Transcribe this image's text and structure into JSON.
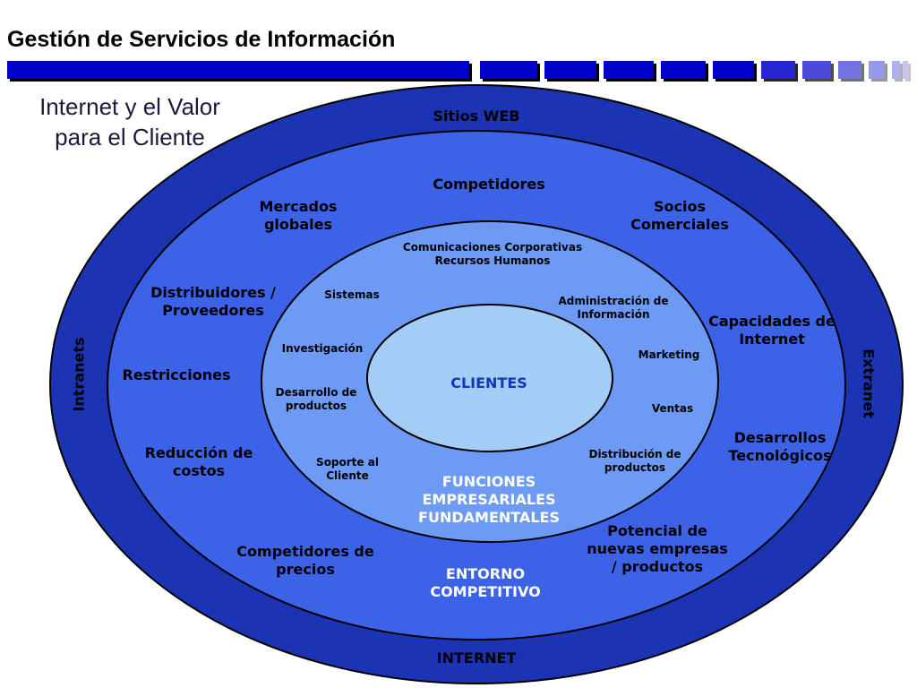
{
  "title": "Gestión de Servicios de Información",
  "subtitle": [
    "Internet y el Valor",
    "para el Cliente"
  ],
  "header_bar_color": "#0000cc",
  "colors": {
    "outer_ring": "#1a34b4",
    "middle_ring": "#3c62e8",
    "inner_ring": "#6c9af4",
    "core": "#a3ccf7"
  },
  "rings": {
    "outer": {
      "top": "Sitios WEB",
      "bottom": "INTERNET",
      "left": "Intranets",
      "right": "Extranet"
    },
    "competitive": {
      "items": [
        [
          "Competidores"
        ],
        [
          "Mercados",
          "globales"
        ],
        [
          "Socios",
          "Comerciales"
        ],
        [
          "Distribuidores /",
          "Proveedores"
        ],
        [
          "Capacidades de",
          "Internet"
        ],
        [
          "Restricciones"
        ],
        [
          "Reducción de",
          "costos"
        ],
        [
          "Desarrollos",
          "Tecnológicos"
        ],
        [
          "Competidores de",
          "precios"
        ],
        [
          "Potencial de",
          "nuevas empresas",
          "/ productos"
        ]
      ],
      "caption": [
        "ENTORNO",
        "COMPETITIVO"
      ]
    },
    "functions": {
      "items": [
        [
          "Comunicaciones Corporativas",
          "Recursos Humanos"
        ],
        [
          "Sistemas"
        ],
        [
          "Administración de",
          "Información"
        ],
        [
          "Investigación"
        ],
        [
          "Marketing"
        ],
        [
          "Desarrollo de",
          "productos"
        ],
        [
          "Ventas"
        ],
        [
          "Soporte al",
          "Cliente"
        ],
        [
          "Distribución de",
          "productos"
        ]
      ],
      "caption": [
        "FUNCIONES",
        "EMPRESARIALES",
        "FUNDAMENTALES"
      ]
    },
    "core": {
      "label": "CLIENTES"
    }
  }
}
